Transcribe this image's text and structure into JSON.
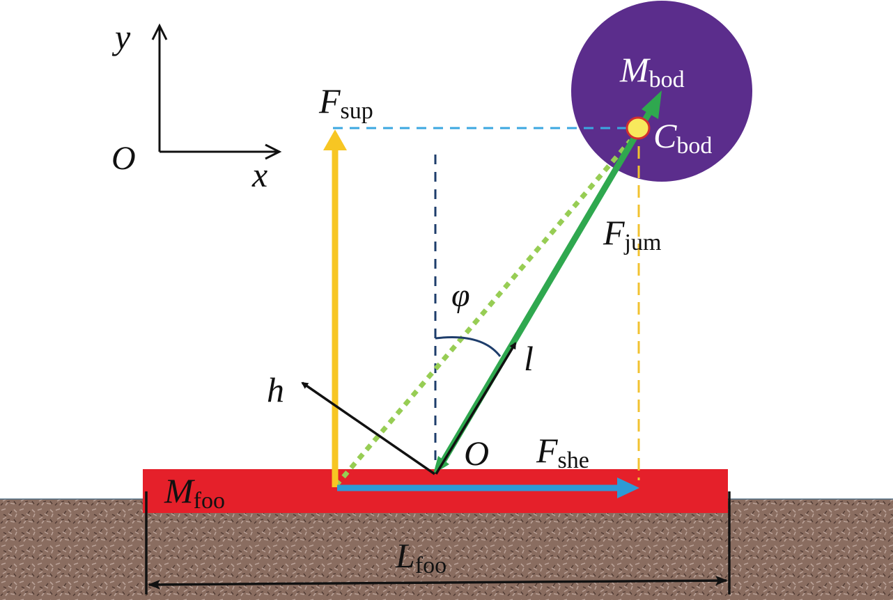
{
  "axes": {
    "y_label": "y",
    "x_label": "x",
    "origin_label": "O"
  },
  "labels": {
    "F_sup": {
      "main": "F",
      "sub": "sup"
    },
    "M_bod": {
      "main": "M",
      "sub": "bod"
    },
    "C_bod": {
      "main": "C",
      "sub": "bod"
    },
    "F_jum": {
      "main": "F",
      "sub": "jum"
    },
    "phi": "φ",
    "l": "l",
    "h": "h",
    "O_pivot": "O",
    "F_she": {
      "main": "F",
      "sub": "she"
    },
    "M_foo": {
      "main": "M",
      "sub": "foo"
    },
    "L_foo": {
      "main": "L",
      "sub": "foo"
    }
  },
  "colors": {
    "body": "#5b2d8c",
    "foot": "#e5202a",
    "ground": "#8a6d60",
    "f_sup": "#f7c623",
    "f_jum": "#2fa84f",
    "f_she": "#2d9ad6",
    "dotted_line": "#97cd54",
    "dashed_blue": "#3ba7e0",
    "dashed_navy": "#1e3d6b",
    "dashed_yellow": "#f2c230",
    "com_point": "#f8e95c",
    "com_outline": "#d32f2f",
    "black": "#111111"
  }
}
